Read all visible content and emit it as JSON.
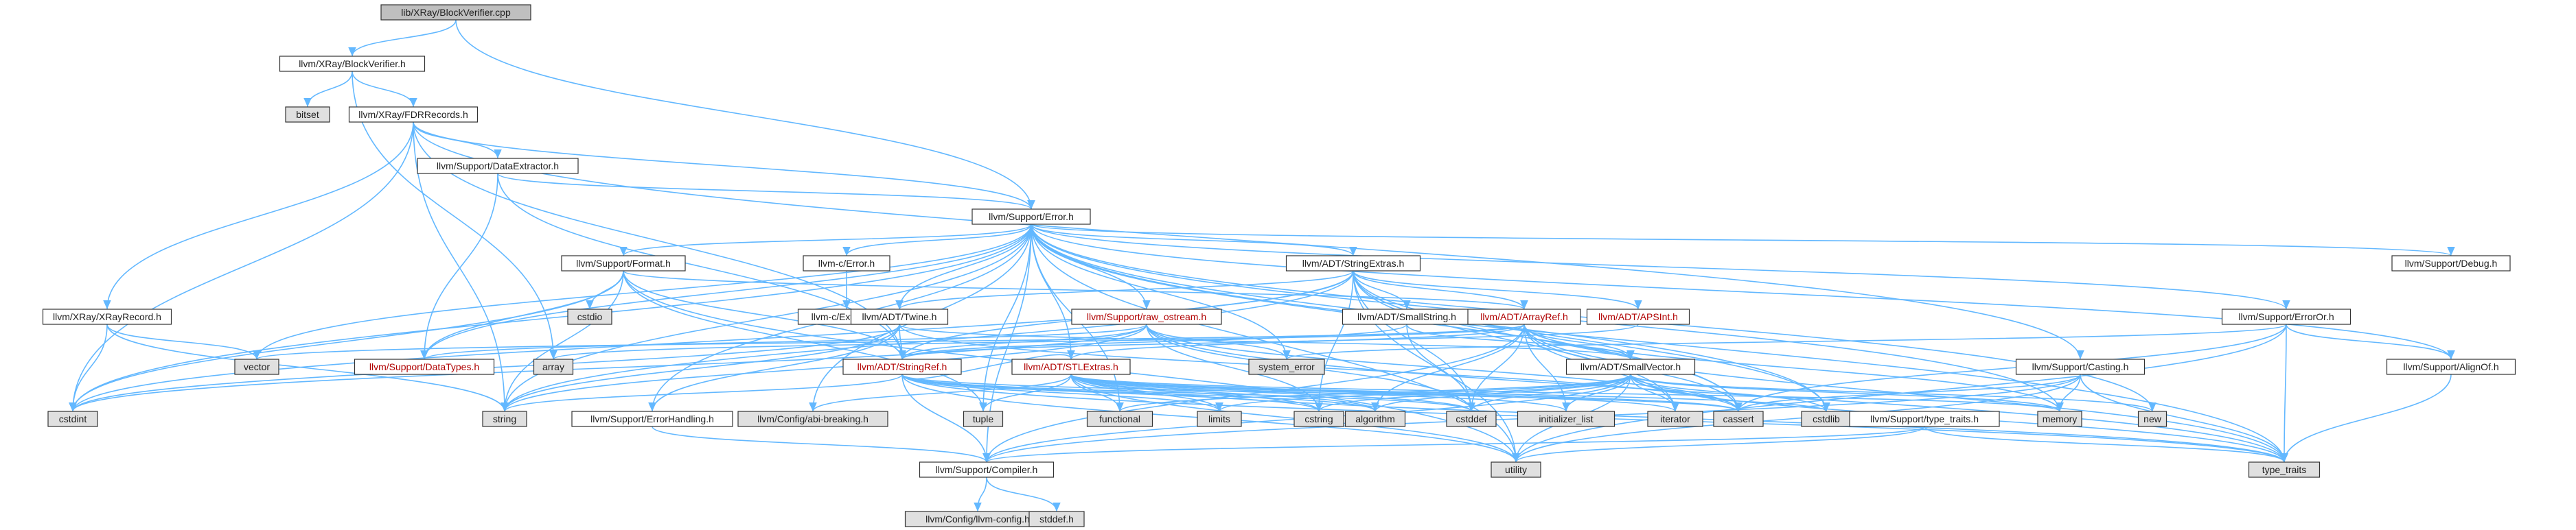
{
  "title": "lib/XRay/BlockVerifier.cpp",
  "colors": {
    "edge": "#63b8ff",
    "node_fill": "#ffffff",
    "root_fill": "#bfbfbf",
    "system_fill": "#e0e0e0",
    "border": "#333333",
    "red_label": "#b00000"
  },
  "nodes": [
    {
      "id": "root",
      "label": "lib/XRay/BlockVerifier.cpp",
      "kind": "root"
    },
    {
      "id": "bv_h",
      "label": "llvm/XRay/BlockVerifier.h",
      "kind": "file"
    },
    {
      "id": "bitset",
      "label": "bitset",
      "kind": "system"
    },
    {
      "id": "fdr",
      "label": "llvm/XRay/FDRRecords.h",
      "kind": "file"
    },
    {
      "id": "de",
      "label": "llvm/Support/DataExtractor.h",
      "kind": "file"
    },
    {
      "id": "error",
      "label": "llvm/Support/Error.h",
      "kind": "file"
    },
    {
      "id": "format",
      "label": "llvm/Support/Format.h",
      "kind": "file"
    },
    {
      "id": "cerror",
      "label": "llvm-c/Error.h",
      "kind": "file"
    },
    {
      "id": "externc",
      "label": "llvm-c/ExternC.h",
      "kind": "file"
    },
    {
      "id": "strext",
      "label": "llvm/ADT/StringExtras.h",
      "kind": "file"
    },
    {
      "id": "debug",
      "label": "llvm/Support/Debug.h",
      "kind": "file"
    },
    {
      "id": "xrayrec",
      "label": "llvm/XRay/XRayRecord.h",
      "kind": "file"
    },
    {
      "id": "cstdio",
      "label": "cstdio",
      "kind": "system"
    },
    {
      "id": "twine",
      "label": "llvm/ADT/Twine.h",
      "kind": "file"
    },
    {
      "id": "rawos",
      "label": "llvm/Support/raw_ostream.h",
      "kind": "red"
    },
    {
      "id": "smallstr",
      "label": "llvm/ADT/SmallString.h",
      "kind": "file"
    },
    {
      "id": "arrayref",
      "label": "llvm/ADT/ArrayRef.h",
      "kind": "red"
    },
    {
      "id": "apsint",
      "label": "llvm/ADT/APSInt.h",
      "kind": "red"
    },
    {
      "id": "erroror",
      "label": "llvm/Support/ErrorOr.h",
      "kind": "file"
    },
    {
      "id": "vector",
      "label": "vector",
      "kind": "system"
    },
    {
      "id": "datatypes",
      "label": "llvm/Support/DataTypes.h",
      "kind": "red"
    },
    {
      "id": "array",
      "label": "array",
      "kind": "system"
    },
    {
      "id": "stringref",
      "label": "llvm/ADT/StringRef.h",
      "kind": "red"
    },
    {
      "id": "stlextras",
      "label": "llvm/ADT/STLExtras.h",
      "kind": "red"
    },
    {
      "id": "syserr",
      "label": "system_error",
      "kind": "system"
    },
    {
      "id": "smallvec",
      "label": "llvm/ADT/SmallVector.h",
      "kind": "file"
    },
    {
      "id": "casting",
      "label": "llvm/Support/Casting.h",
      "kind": "file"
    },
    {
      "id": "alignof",
      "label": "llvm/Support/AlignOf.h",
      "kind": "file"
    },
    {
      "id": "cstdint",
      "label": "cstdint",
      "kind": "system"
    },
    {
      "id": "string",
      "label": "string",
      "kind": "system"
    },
    {
      "id": "errhand",
      "label": "llvm/Support/ErrorHandling.h",
      "kind": "file"
    },
    {
      "id": "abibreak",
      "label": "llvm/Config/abi-breaking.h",
      "kind": "system"
    },
    {
      "id": "tuple",
      "label": "tuple",
      "kind": "system"
    },
    {
      "id": "functional",
      "label": "functional",
      "kind": "system"
    },
    {
      "id": "limits",
      "label": "limits",
      "kind": "system"
    },
    {
      "id": "cstring",
      "label": "cstring",
      "kind": "system"
    },
    {
      "id": "algorithm",
      "label": "algorithm",
      "kind": "system"
    },
    {
      "id": "cstddef",
      "label": "cstddef",
      "kind": "system"
    },
    {
      "id": "initlist",
      "label": "initializer_list",
      "kind": "system"
    },
    {
      "id": "iterator",
      "label": "iterator",
      "kind": "system"
    },
    {
      "id": "cassert",
      "label": "cassert",
      "kind": "system"
    },
    {
      "id": "cstdlib",
      "label": "cstdlib",
      "kind": "system"
    },
    {
      "id": "typetraits_h",
      "label": "llvm/Support/type_traits.h",
      "kind": "file"
    },
    {
      "id": "memory",
      "label": "memory",
      "kind": "system"
    },
    {
      "id": "new",
      "label": "new",
      "kind": "system"
    },
    {
      "id": "compiler",
      "label": "llvm/Support/Compiler.h",
      "kind": "file"
    },
    {
      "id": "utility",
      "label": "utility",
      "kind": "system"
    },
    {
      "id": "type_traits",
      "label": "type_traits",
      "kind": "system"
    },
    {
      "id": "llvmconfig",
      "label": "llvm/Config/llvm-config.h",
      "kind": "system"
    },
    {
      "id": "stddef",
      "label": "stddef.h",
      "kind": "system"
    }
  ],
  "edges": [
    [
      "root",
      "bv_h"
    ],
    [
      "root",
      "error"
    ],
    [
      "bv_h",
      "bitset"
    ],
    [
      "bv_h",
      "fdr"
    ],
    [
      "bv_h",
      "array"
    ],
    [
      "fdr",
      "de"
    ],
    [
      "fdr",
      "error"
    ],
    [
      "fdr",
      "xrayrec"
    ],
    [
      "fdr",
      "cstdint"
    ],
    [
      "fdr",
      "string"
    ],
    [
      "fdr",
      "casting"
    ],
    [
      "fdr",
      "stringref"
    ],
    [
      "de",
      "error"
    ],
    [
      "de",
      "datatypes"
    ],
    [
      "de",
      "stringref"
    ],
    [
      "error",
      "format"
    ],
    [
      "error",
      "cerror"
    ],
    [
      "error",
      "strext"
    ],
    [
      "error",
      "debug"
    ],
    [
      "error",
      "twine"
    ],
    [
      "error",
      "rawos"
    ],
    [
      "error",
      "erroror"
    ],
    [
      "error",
      "alignof"
    ],
    [
      "error",
      "vector"
    ],
    [
      "error",
      "cstdint"
    ],
    [
      "error",
      "string"
    ],
    [
      "error",
      "errhand"
    ],
    [
      "error",
      "abibreak"
    ],
    [
      "error",
      "compiler"
    ],
    [
      "error",
      "syserr"
    ],
    [
      "error",
      "tuple"
    ],
    [
      "error",
      "type_traits"
    ],
    [
      "error",
      "utility"
    ],
    [
      "error",
      "memory"
    ],
    [
      "error",
      "new"
    ],
    [
      "error",
      "cassert"
    ],
    [
      "error",
      "cstdlib"
    ],
    [
      "error",
      "functional"
    ],
    [
      "error",
      "stlextras"
    ],
    [
      "error",
      "datatypes"
    ],
    [
      "format",
      "cstdio"
    ],
    [
      "format",
      "arrayref"
    ],
    [
      "format",
      "stringref"
    ],
    [
      "format",
      "datatypes"
    ],
    [
      "format",
      "string"
    ],
    [
      "format",
      "tuple"
    ],
    [
      "format",
      "utility"
    ],
    [
      "format",
      "cstdint"
    ],
    [
      "cerror",
      "externc"
    ],
    [
      "strext",
      "apsint"
    ],
    [
      "strext",
      "arrayref"
    ],
    [
      "strext",
      "smallstr"
    ],
    [
      "strext",
      "twine"
    ],
    [
      "strext",
      "stringref"
    ],
    [
      "strext",
      "cassert"
    ],
    [
      "strext",
      "iterator"
    ],
    [
      "strext",
      "string"
    ],
    [
      "strext",
      "utility"
    ],
    [
      "strext",
      "cstddef"
    ],
    [
      "strext",
      "cstdint"
    ],
    [
      "strext",
      "cstdlib"
    ],
    [
      "strext",
      "cstring"
    ],
    [
      "twine",
      "smallvec"
    ],
    [
      "twine",
      "stringref"
    ],
    [
      "twine",
      "errhand"
    ],
    [
      "twine",
      "cassert"
    ],
    [
      "twine",
      "cstdint"
    ],
    [
      "twine",
      "string"
    ],
    [
      "rawos",
      "stringref"
    ],
    [
      "rawos",
      "datatypes"
    ],
    [
      "rawos",
      "cassert"
    ],
    [
      "rawos",
      "cstddef"
    ],
    [
      "rawos",
      "cstdint"
    ],
    [
      "rawos",
      "cstring"
    ],
    [
      "rawos",
      "string"
    ],
    [
      "rawos",
      "syserr"
    ],
    [
      "rawos",
      "type_traits"
    ],
    [
      "smallstr",
      "smallvec"
    ],
    [
      "smallstr",
      "stringref"
    ],
    [
      "smallstr",
      "cstddef"
    ],
    [
      "arrayref",
      "smallvec"
    ],
    [
      "arrayref",
      "stlextras"
    ],
    [
      "arrayref",
      "compiler"
    ],
    [
      "arrayref",
      "algorithm"
    ],
    [
      "arrayref",
      "array"
    ],
    [
      "arrayref",
      "cassert"
    ],
    [
      "arrayref",
      "cstddef"
    ],
    [
      "arrayref",
      "initlist"
    ],
    [
      "arrayref",
      "iterator"
    ],
    [
      "arrayref",
      "memory"
    ],
    [
      "arrayref",
      "type_traits"
    ],
    [
      "arrayref",
      "vector"
    ],
    [
      "apsint",
      "stringref"
    ],
    [
      "erroror",
      "alignof"
    ],
    [
      "erroror",
      "cassert"
    ],
    [
      "erroror",
      "syserr"
    ],
    [
      "erroror",
      "type_traits"
    ],
    [
      "erroror",
      "utility"
    ],
    [
      "stringref",
      "stlextras"
    ],
    [
      "stringref",
      "compiler"
    ],
    [
      "stringref",
      "algorithm"
    ],
    [
      "stringref",
      "cassert"
    ],
    [
      "stringref",
      "cstddef"
    ],
    [
      "stringref",
      "cstring"
    ],
    [
      "stringref",
      "limits"
    ],
    [
      "stringref",
      "string"
    ],
    [
      "stringref",
      "type_traits"
    ],
    [
      "stringref",
      "utility"
    ],
    [
      "stlextras",
      "abibreak"
    ],
    [
      "stlextras",
      "tuple"
    ],
    [
      "stlextras",
      "functional"
    ],
    [
      "stlextras",
      "limits"
    ],
    [
      "stlextras",
      "cstring"
    ],
    [
      "stlextras",
      "algorithm"
    ],
    [
      "stlextras",
      "cstddef"
    ],
    [
      "stlextras",
      "initlist"
    ],
    [
      "stlextras",
      "iterator"
    ],
    [
      "stlextras",
      "cassert"
    ],
    [
      "stlextras",
      "cstdlib"
    ],
    [
      "stlextras",
      "memory"
    ],
    [
      "stlextras",
      "utility"
    ],
    [
      "stlextras",
      "type_traits"
    ],
    [
      "smallvec",
      "compiler"
    ],
    [
      "smallvec",
      "type_traits_h"
    ],
    [
      "smallvec",
      "algorithm"
    ],
    [
      "smallvec",
      "cassert"
    ],
    [
      "smallvec",
      "cstddef"
    ],
    [
      "smallvec",
      "cstdlib"
    ],
    [
      "smallvec",
      "cstring"
    ],
    [
      "smallvec",
      "functional"
    ],
    [
      "smallvec",
      "initlist"
    ],
    [
      "smallvec",
      "iterator"
    ],
    [
      "smallvec",
      "limits"
    ],
    [
      "smallvec",
      "memory"
    ],
    [
      "smallvec",
      "new"
    ],
    [
      "smallvec",
      "type_traits"
    ],
    [
      "smallvec",
      "utility"
    ],
    [
      "casting",
      "type_traits_h"
    ],
    [
      "casting",
      "cassert"
    ],
    [
      "casting",
      "memory"
    ],
    [
      "casting",
      "type_traits"
    ],
    [
      "casting",
      "utility"
    ],
    [
      "casting",
      "compiler"
    ],
    [
      "alignof",
      "type_traits"
    ],
    [
      "xrayrec",
      "vector"
    ],
    [
      "xrayrec",
      "cstdint"
    ],
    [
      "xrayrec",
      "string"
    ],
    [
      "errhand",
      "compiler"
    ],
    [
      "typetraits_h",
      "compiler"
    ],
    [
      "typetraits_h",
      "type_traits"
    ],
    [
      "typetraits_h",
      "utility"
    ],
    [
      "compiler",
      "llvmconfig"
    ],
    [
      "compiler",
      "stddef"
    ]
  ]
}
